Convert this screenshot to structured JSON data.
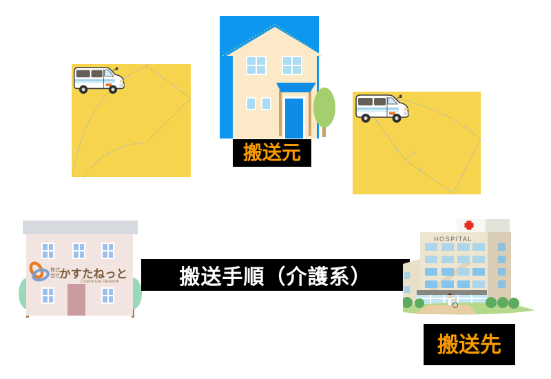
{
  "banner": {
    "label": "搬送手順（介護系）"
  },
  "origin_label": {
    "text": "搬送元"
  },
  "destination_label": {
    "text": "搬送先"
  },
  "hospital": {
    "sign": "HOSPITAL"
  },
  "company": {
    "prefix_line1": "株式",
    "prefix_line2": "会社",
    "name": "かすたねっと",
    "subtitle": "Customize Network"
  },
  "icons": {
    "house": "house-icon",
    "van": "van-icon",
    "arrow_left": "curved-arrow-up-right-icon",
    "arrow_right": "curved-arrow-down-right-icon",
    "office": "office-building-icon",
    "hospital_building": "hospital-icon",
    "red_cross": "red-cross-icon"
  },
  "colors": {
    "background": "#ffffff",
    "banner_bg": "#000000",
    "banner_text": "#ffffff",
    "label_bg": "#000000",
    "label_text": "#f89b00",
    "arrow_box_bg": "#f7d44e",
    "arrow_dash": "#8fa8e0",
    "house_box_bg": "#0d97ef",
    "house_cream": "#fbe9c8",
    "company_wall": "#f2e5e1",
    "logo_orange": "#e87a22",
    "logo_blue": "#7a9fd4",
    "hospital_wall": "#eee5d1",
    "red_cross": "#e62a1e",
    "grass_green": "#b5d88a"
  }
}
